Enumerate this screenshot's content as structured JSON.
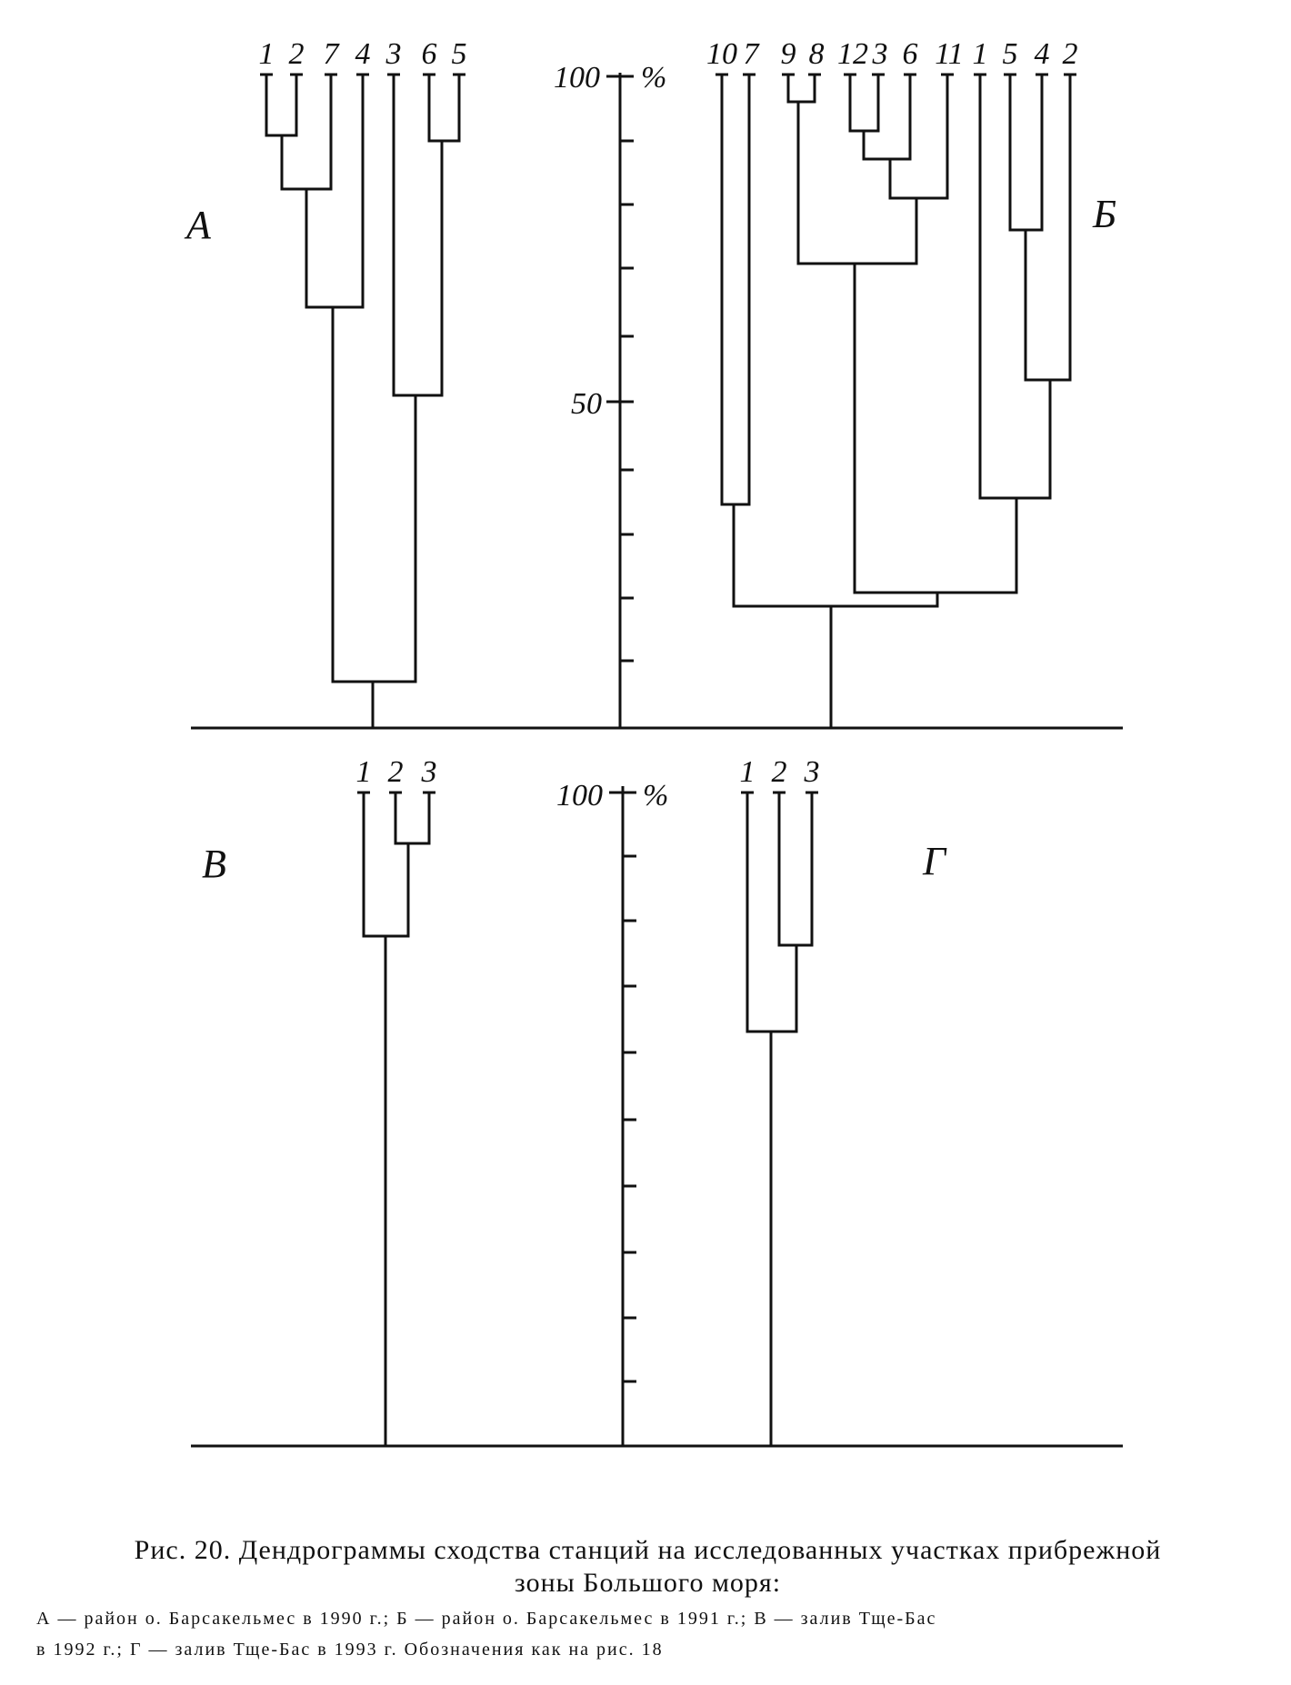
{
  "axis": {
    "top_label": "100",
    "mid_label": "50",
    "unit": "%",
    "bottom_top_label": "100",
    "bottom_unit": "%"
  },
  "panels": {
    "A": {
      "label": "А",
      "leaves": [
        "1",
        "2",
        "7",
        "4",
        "3",
        "6",
        "5"
      ]
    },
    "B": {
      "label": "Б",
      "leaves": [
        "10",
        "7",
        "9",
        "8",
        "12",
        "3",
        "6",
        "11",
        "1",
        "5",
        "4",
        "2"
      ]
    },
    "V": {
      "label": "В",
      "leaves": [
        "1",
        "2",
        "3"
      ]
    },
    "G": {
      "label": "Г",
      "leaves": [
        "1",
        "2",
        "3"
      ]
    }
  },
  "caption": {
    "title_line1": "Рис. 20. Дендрограммы сходства станций на исследованных участках прибрежной",
    "title_line2": "зоны Большого моря:",
    "legend_line1": "А — район о. Барсакельмес в 1990 г.; Б — район о. Барсакельмес в 1991 г.; В — залив Тще-Бас",
    "legend_line2": "в 1992 г.; Г — залив Тще-Бас в 1993 г. Обозначения как на рис. 18"
  }
}
